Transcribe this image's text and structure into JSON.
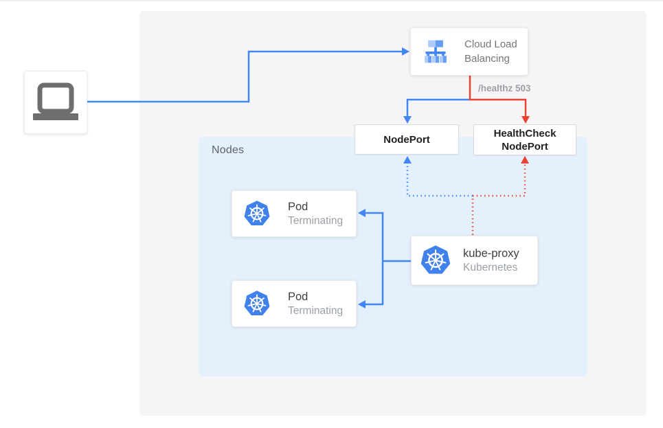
{
  "diagram": {
    "load_balancer": {
      "label": "Cloud Load Balancing"
    },
    "health_annotation": "/healthz 503",
    "node_port": {
      "label": "NodePort"
    },
    "health_check_node_port": {
      "label_line1": "HealthCheck",
      "label_line2": "NodePort"
    },
    "nodes_group": {
      "label": "Nodes"
    },
    "pods": [
      {
        "title": "Pod",
        "status": "Terminating"
      },
      {
        "title": "Pod",
        "status": "Terminating"
      }
    ],
    "kube_proxy": {
      "title": "kube-proxy",
      "subtitle": "Kubernetes"
    }
  },
  "colors": {
    "flow_blue": "#4285f4",
    "flow_red": "#ea4335",
    "outer_panel_bg": "#f5f5f6",
    "nodes_panel_bg": "#e4f0fc",
    "k8s_icon_blue": "#4181ec",
    "lb_icon_light_blue": "#aecbfa",
    "lb_icon_mid_blue": "#669df6",
    "lb_icon_dark_blue": "#4285f4",
    "laptop_gray": "#6e6e6e"
  }
}
